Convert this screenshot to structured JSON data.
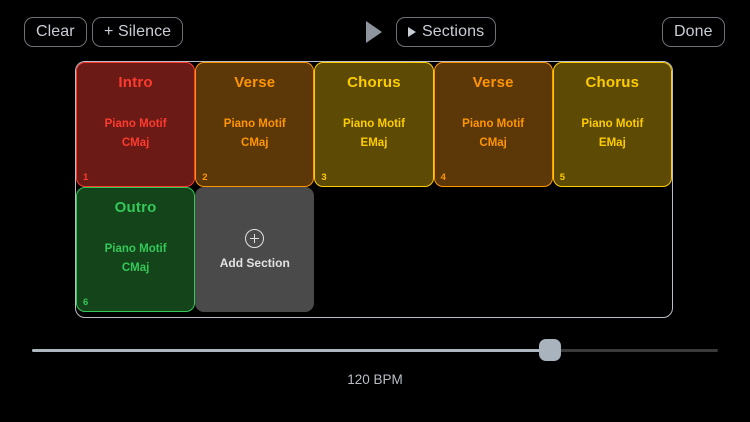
{
  "toolbar": {
    "clear_label": "Clear",
    "silence_label": "+ Silence",
    "play_icon": "play-triangle-icon",
    "sections_label": "Sections",
    "sections_caret_icon": "caret-right-icon",
    "done_label": "Done"
  },
  "sections": {
    "cards": [
      {
        "title": "Intro",
        "instrument": "Piano Motif",
        "key": "CMaj",
        "index": "1",
        "bg": "#6B1A15",
        "fg": "#FF3B30",
        "border": "#FF3B30"
      },
      {
        "title": "Verse",
        "instrument": "Piano Motif",
        "key": "CMaj",
        "index": "2",
        "bg": "#5C3708",
        "fg": "#FF9500",
        "border": "#FF9500"
      },
      {
        "title": "Chorus",
        "instrument": "Piano Motif",
        "key": "EMaj",
        "index": "3",
        "bg": "#5C4A05",
        "fg": "#FFCC00",
        "border": "#FFCC00"
      },
      {
        "title": "Verse",
        "instrument": "Piano Motif",
        "key": "CMaj",
        "index": "4",
        "bg": "#5C3708",
        "fg": "#FF9500",
        "border": "#FF9500"
      },
      {
        "title": "Chorus",
        "instrument": "Piano Motif",
        "key": "EMaj",
        "index": "5",
        "bg": "#5C4A05",
        "fg": "#FFCC00",
        "border": "#FFCC00"
      },
      {
        "title": "Outro",
        "instrument": "Piano Motif",
        "key": "CMaj",
        "index": "6",
        "bg": "#14451A",
        "fg": "#34C759",
        "border": "#34C759"
      }
    ],
    "add_section": {
      "label": "Add Section",
      "icon": "plus-circle-icon"
    }
  },
  "tempo": {
    "label": "120 BPM",
    "value": 120,
    "percent": 75.5
  },
  "colors": {
    "background": "#000000",
    "panel_border": "#b9bec6",
    "toolbar_text": "#c9ced6",
    "slider_fill": "#aeb6c0",
    "slider_track": "#3a3a3a",
    "slider_thumb": "#a9b3bd"
  }
}
